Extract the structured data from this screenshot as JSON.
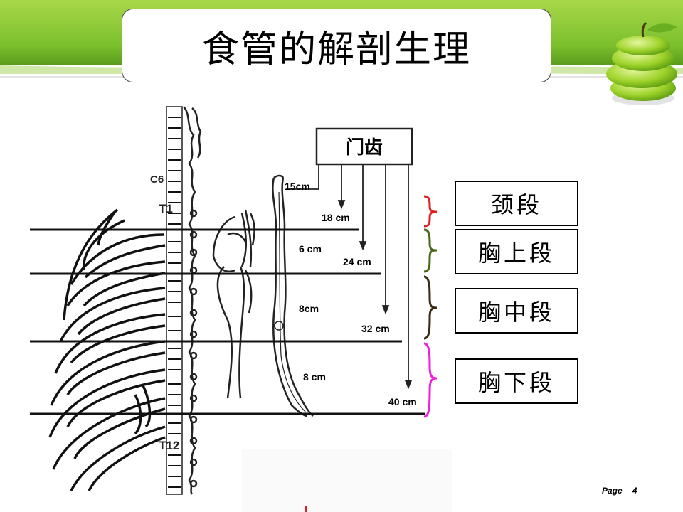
{
  "slide": {
    "title": "食管的解剖生理",
    "page_label": "Page",
    "page_number": "4"
  },
  "colors": {
    "accent_green": "#8cc63f",
    "bracket_cervical": "#e02020",
    "bracket_upper": "#4a6a1a",
    "bracket_middle": "#3a2a10",
    "bracket_lower": "#ee22dd"
  },
  "diagram": {
    "incisor_label": "门齿",
    "vertebra_labels": [
      "C6",
      "T1",
      "T12"
    ],
    "distance_labels": [
      "15cm",
      "18 cm",
      "24 cm",
      "32 cm",
      "40 cm"
    ],
    "segment_length_labels": [
      "6 cm",
      "8cm",
      "8 cm"
    ]
  },
  "segments": [
    "颈段",
    "胸上段",
    "胸中段",
    "胸下段"
  ]
}
